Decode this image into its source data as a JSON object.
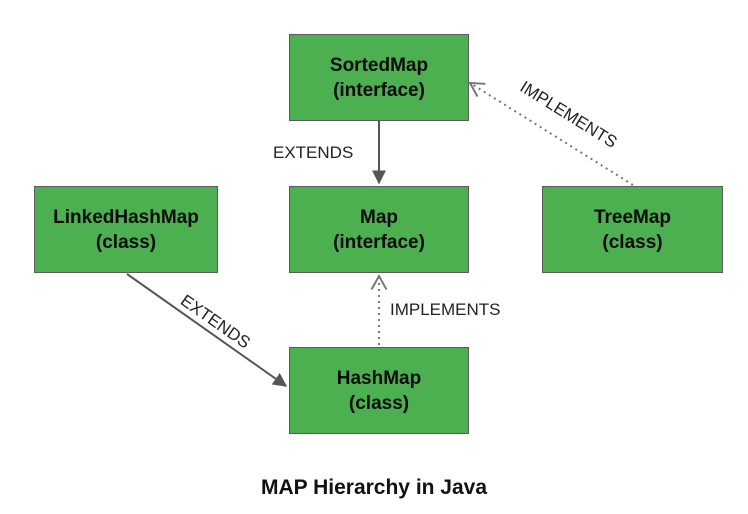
{
  "nodes": {
    "sortedmap": {
      "name": "SortedMap",
      "kind": "(interface)"
    },
    "map": {
      "name": "Map",
      "kind": "(interface)"
    },
    "linkedhashmap": {
      "name": "LinkedHashMap",
      "kind": "(class)"
    },
    "treemap": {
      "name": "TreeMap",
      "kind": "(class)"
    },
    "hashmap": {
      "name": "HashMap",
      "kind": "(class)"
    }
  },
  "edges": {
    "sortedmap_map": "EXTENDS",
    "treemap_sortedmap": "IMPLEMENTS",
    "hashmap_map": "IMPLEMENTS",
    "linkedhashmap_hashmap": "EXTENDS"
  },
  "title": "MAP Hierarchy in Java",
  "colors": {
    "node_fill": "#4caf50",
    "node_border": "#5a5a5a",
    "edge": "#555555"
  }
}
